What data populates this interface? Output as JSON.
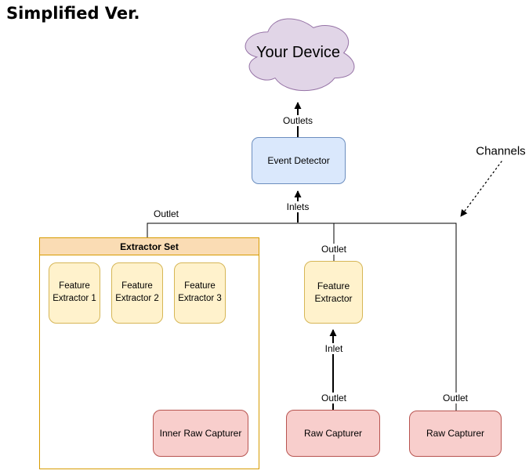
{
  "title": "Simplified Ver.",
  "diagram": {
    "cloud": {
      "label": "Your Device"
    },
    "event_detector": {
      "label": "Event Detector"
    },
    "extractor_set": {
      "header": "Extractor Set",
      "items": [
        {
          "label": "Feature Extractor 1"
        },
        {
          "label": "Feature Extractor 2"
        },
        {
          "label": "Feature Extractor 3"
        }
      ],
      "inner_raw_capturer": {
        "label": "Inner Raw Capturer"
      }
    },
    "feature_extractor": {
      "label": "Feature Extractor"
    },
    "raw_capturer_mid": {
      "label": "Raw Capturer"
    },
    "raw_capturer_right": {
      "label": "Raw Capturer"
    },
    "edge_labels": {
      "outlets": "Outlets",
      "inlets": "Inlets",
      "channels": "Channels",
      "outlet_extractor_set": "Outlet",
      "outlet_feature_extractor": "Outlet",
      "inlet_feature_extractor": "Inlet",
      "outlet_raw_capturer_mid": "Outlet",
      "outlet_raw_capturer_right": "Outlet"
    },
    "colors": {
      "cloud_fill": "#E1D5E7",
      "cloud_stroke": "#9673A6",
      "detector_fill": "#DAE8FC",
      "detector_stroke": "#6C8EBF",
      "extractor_fill": "#FFF2CC",
      "extractor_stroke": "#D6B656",
      "set_header_fill": "#FADCB4",
      "set_stroke": "#D79B00",
      "capturer_fill": "#F8CECC",
      "capturer_stroke": "#B85450",
      "line": "#000000"
    }
  }
}
